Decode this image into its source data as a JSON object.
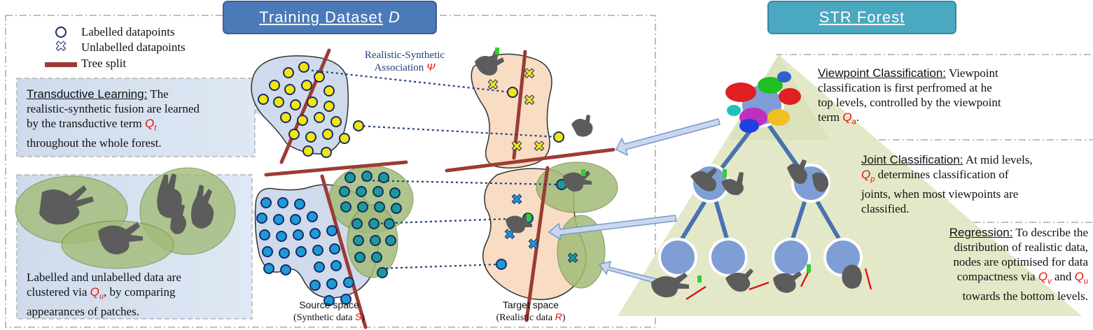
{
  "header": {
    "training_title": "Training Dataset",
    "training_symbol": "D",
    "forest_title": "STR Forest"
  },
  "legend": {
    "labelled": "Labelled datapoints",
    "unlabelled": "Unlabelled datapoints",
    "split": "Tree split"
  },
  "association": {
    "line1": "Realistic-Synthetic",
    "line2": "Association",
    "symbol": "Ψ"
  },
  "transductive": {
    "heading": "Transductive Learning:",
    "text1": " The",
    "text2": "realistic-synthetic fusion are learned",
    "text3": "by the transductive term",
    "q": "Q",
    "q_sub": "t",
    "text4": "throughout the whole forest."
  },
  "clustering": {
    "text1": "Labelled and unlabelled data are",
    "text2a": "clustered via",
    "q": "Q",
    "q_sub": "u",
    "text2b": ", by comparing",
    "text3": "appearances of patches."
  },
  "source_caption": {
    "line1": "Source space",
    "line2": "(Synthetic data",
    "symbol": "S",
    "close": ")"
  },
  "target_caption": {
    "line1": "Target space",
    "line2": "(Realistic data",
    "symbol": "R",
    "close": ")"
  },
  "viewpoint": {
    "heading": "Viewpoint Classification:",
    "text1": " Viewpoint",
    "text2": "classification is first perfromed at he",
    "text3": "top levels, controlled by the viewpoint",
    "text4": "term",
    "q": "Q",
    "q_sub": "a",
    "text5": "."
  },
  "joint": {
    "heading": "Joint Classification:",
    "text1": " At mid levels,",
    "q": "Q",
    "q_sub": "p",
    "text2": " determines classification of",
    "text3": "joints, when most viewpoints are",
    "text4": "classified."
  },
  "regression": {
    "heading": "Regression:",
    "text1": " To describe the",
    "text2": "distribution of realistic data,",
    "text3": "nodes are optimised for data",
    "text4a": "compactness via",
    "qv": "Q",
    "qv_sub": "v",
    "and": " and ",
    "qu": "Q",
    "qu_sub": "u",
    "text5": "towards the bottom levels."
  },
  "colors": {
    "training_tab": "#4a7ab8",
    "forest_tab": "#4aa8c0",
    "split": "#9c3b35",
    "labelled_yellow": "#f2e60f",
    "labelled_blue": "#1e9ad6",
    "labelled_teal": "#1c9a96",
    "forest_fill": "#e3e9c8",
    "node": "#7f9ed6",
    "edge": "#4a72b0",
    "accent": "#e01010"
  }
}
